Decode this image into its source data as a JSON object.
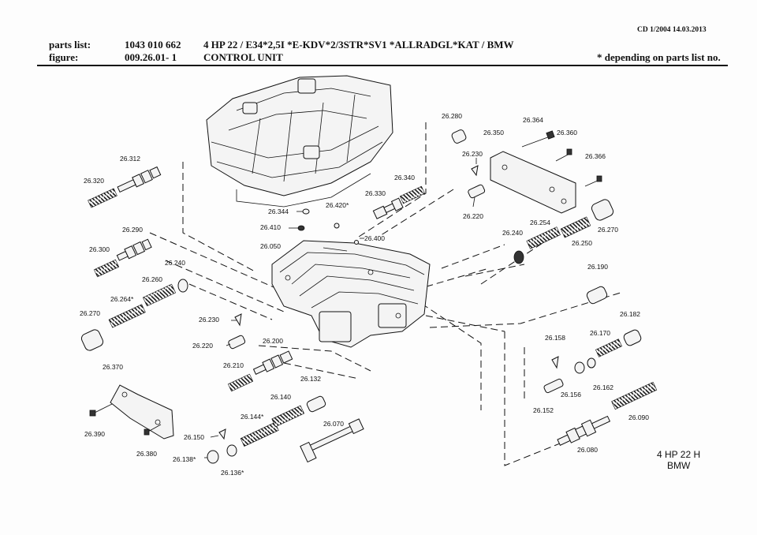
{
  "header": {
    "cd_stamp": "CD 1/2004 14.03.2013",
    "parts_list_label": "parts list:",
    "figure_label": "figure:",
    "parts_list_number": "1043 010 662",
    "figure_number": "009.26.01- 1",
    "description": "4 HP 22 / E34*2,5I *E-KDV*2/3STR*SV1  *ALLRADGL*KAT / BMW",
    "unit_name": "CONTROL UNIT",
    "note": "* depending on parts list no."
  },
  "model": {
    "line1": "4 HP 22 H",
    "line2": "BMW"
  },
  "callouts": {
    "c26280": "26.280",
    "c26364": "26.364",
    "c26350": "26.350",
    "c26360": "26.360",
    "c26230a": "26.230",
    "c26366": "26.366",
    "c26312": "26.312",
    "c26320": "26.320",
    "c26340": "26.340",
    "c26330": "26.330",
    "c26344": "26.344",
    "c26420": "26.420*",
    "c26220a": "26.220",
    "c26410": "26.410",
    "c26254": "26.254",
    "c26270a": "26.270",
    "c26290": "26.290",
    "c26400": "26.400",
    "c26240a": "26.240",
    "c26250": "26.250",
    "c26300": "26.300",
    "c26050": "26.050",
    "c26240b": "26.240",
    "c26190": "26.190",
    "c26260": "26.260",
    "c26264": "26.264*",
    "c26270b": "26.270",
    "c26182": "26.182",
    "c26230b": "26.230",
    "c26170": "26.170",
    "c26220b": "26.220",
    "c26200": "26.200",
    "c26158": "26.158",
    "c26210": "26.210",
    "c26370": "26.370",
    "c26162": "26.162",
    "c26132": "26.132",
    "c26156": "26.156",
    "c26140": "26.140",
    "c26152": "26.152",
    "c26090": "26.090",
    "c26144": "26.144*",
    "c26070": "26.070",
    "c26390": "26.390",
    "c26150": "26.150",
    "c26080": "26.080",
    "c26380": "26.380",
    "c26138": "26.138*",
    "c26136": "26.136*"
  }
}
